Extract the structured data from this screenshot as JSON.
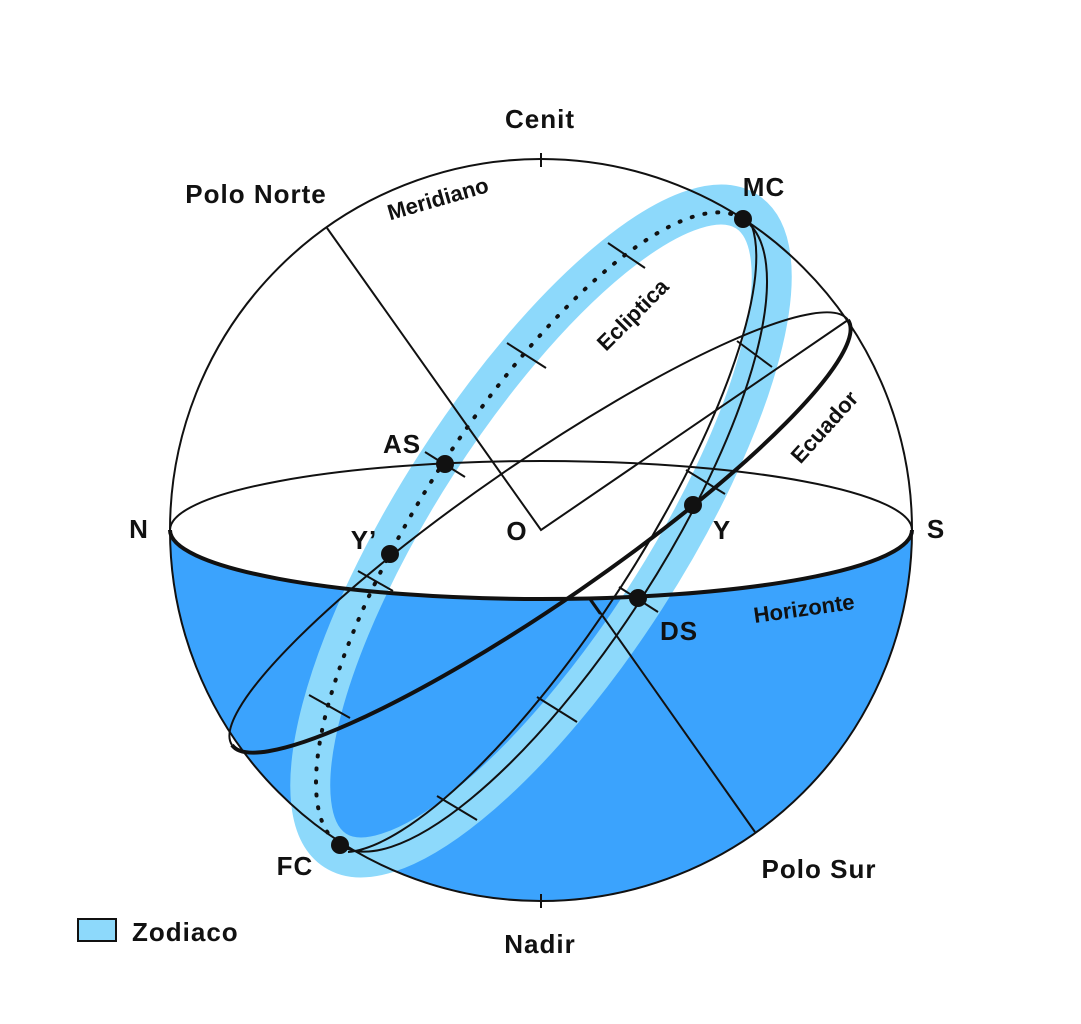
{
  "colors": {
    "below_horizon": "#3ba3fd",
    "zodiac": "#8dd9fb",
    "line": "#111111"
  },
  "labels": {
    "cenit": "Cenit",
    "nadir": "Nadir",
    "polo_norte": "Polo Norte",
    "polo_sur": "Polo Sur",
    "meridiano": "Meridiano",
    "ecliptica": "Ecliptica",
    "ecuador": "Ecuador",
    "horizonte": "Horizonte",
    "mc": "MC",
    "fc": "FC",
    "as": "AS",
    "ds": "DS",
    "aries": "Y",
    "aries_prime": "Y’",
    "origin": "O",
    "north": "N",
    "south": "S"
  },
  "legend": {
    "zodiac": "Zodiaco"
  }
}
